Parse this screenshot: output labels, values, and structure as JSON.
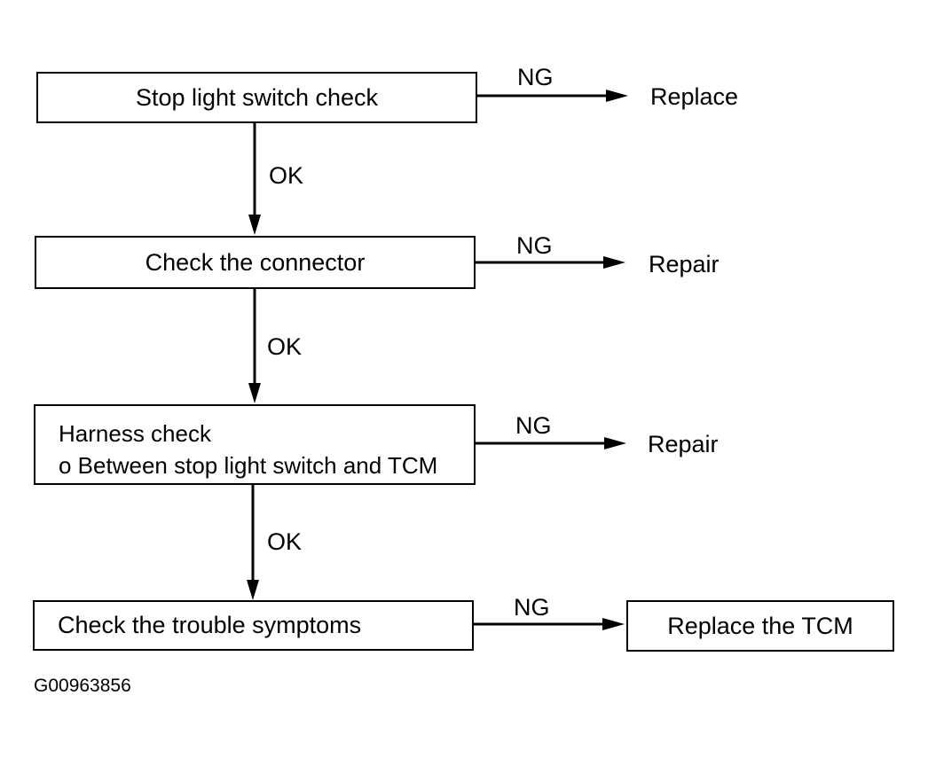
{
  "steps": [
    {
      "text": "Stop light switch check"
    },
    {
      "text": "Check the connector"
    },
    {
      "lines": [
        "Harness check",
        "o Between stop light switch and  TCM"
      ]
    },
    {
      "text": "Check the trouble symptoms"
    }
  ],
  "ok_label": "OK",
  "ng_label": "NG",
  "outcomes": [
    "Replace",
    "Repair",
    "Repair",
    "Replace the TCM"
  ],
  "figure_id": "G00963856"
}
